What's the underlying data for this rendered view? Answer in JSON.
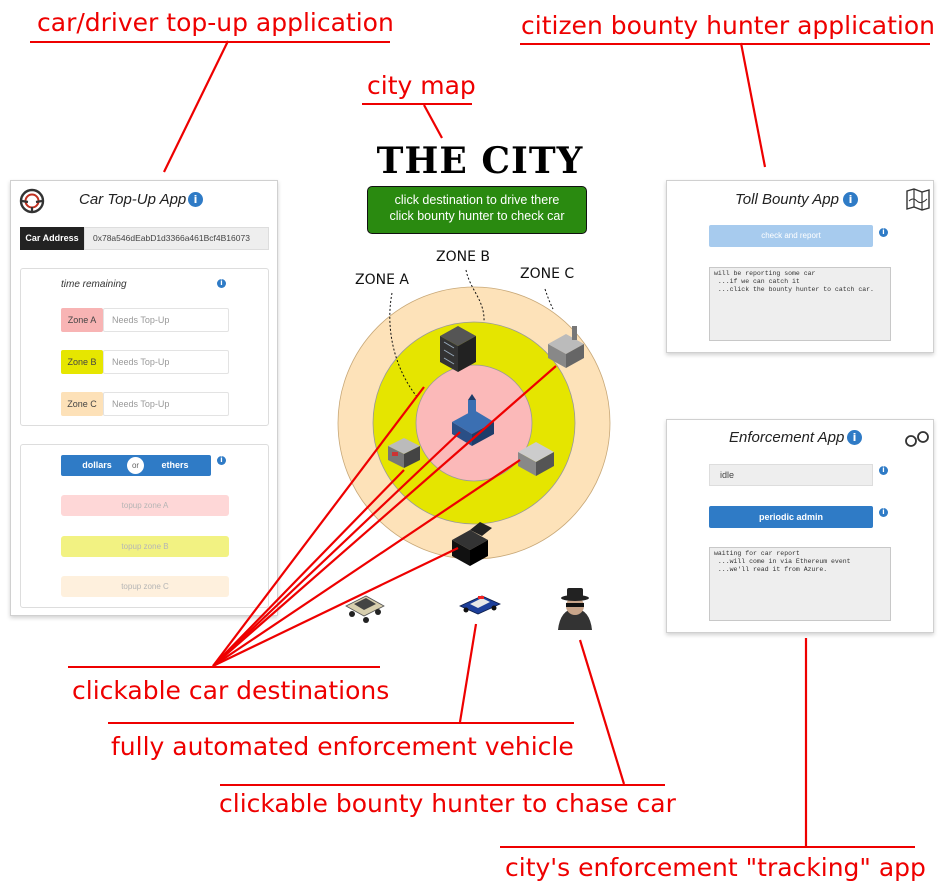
{
  "annotations": {
    "top_up_app": "car/driver top-up application",
    "bounty_app": "citizen bounty hunter application",
    "city_map": "city map",
    "car_destinations": "clickable car destinations",
    "enforcement_vehicle": "fully automated enforcement vehicle",
    "bounty_hunter": "clickable bounty hunter to chase car",
    "tracking_app": "city's enforcement \"tracking\" app"
  },
  "map": {
    "title": "THE CITY",
    "instruction_line1": "click destination to drive there",
    "instruction_line2": "click bounty hunter to check car",
    "zone_a": "ZONE A",
    "zone_b": "ZONE B",
    "zone_c": "ZONE C"
  },
  "topup_app": {
    "title": "Car Top-Up App",
    "info": "i",
    "address_label": "Car Address",
    "address_value": "0x78a546dEabD1d3366a461Bcf4B16073",
    "time_remaining": "time remaining",
    "zones": [
      {
        "label": "Zone A",
        "value": "Needs Top-Up",
        "color": "#f8b4b4"
      },
      {
        "label": "Zone B",
        "value": "Needs Top-Up",
        "color": "#e6e600"
      },
      {
        "label": "Zone C",
        "value": "Needs Top-Up",
        "color": "#fde1b8"
      }
    ],
    "toggle_left": "dollars",
    "toggle_mid": "or",
    "toggle_right": "ethers",
    "topup_a": "topup zone A",
    "topup_b": "topup zone B",
    "topup_c": "topup zone C"
  },
  "toll_app": {
    "title": "Toll Bounty App",
    "info": "i",
    "check_button": "check and report",
    "log": "will be reporting some car\n ...if we can catch it\n ...click the bounty hunter to catch car."
  },
  "enforcement_app": {
    "title": "Enforcement App",
    "info": "i",
    "status": "idle",
    "admin_button": "periodic admin",
    "log": "waiting for car report\n ...will come in via Ethereum event\n ...we'll read it from Azure."
  },
  "colors": {
    "annotation": "#e00000",
    "zone_a_fill": "#fbb9b9",
    "zone_b_fill": "#e5e500",
    "zone_c_fill": "#fde2b9",
    "banner": "#2a8a10",
    "primary_button": "#2f7bc6"
  }
}
